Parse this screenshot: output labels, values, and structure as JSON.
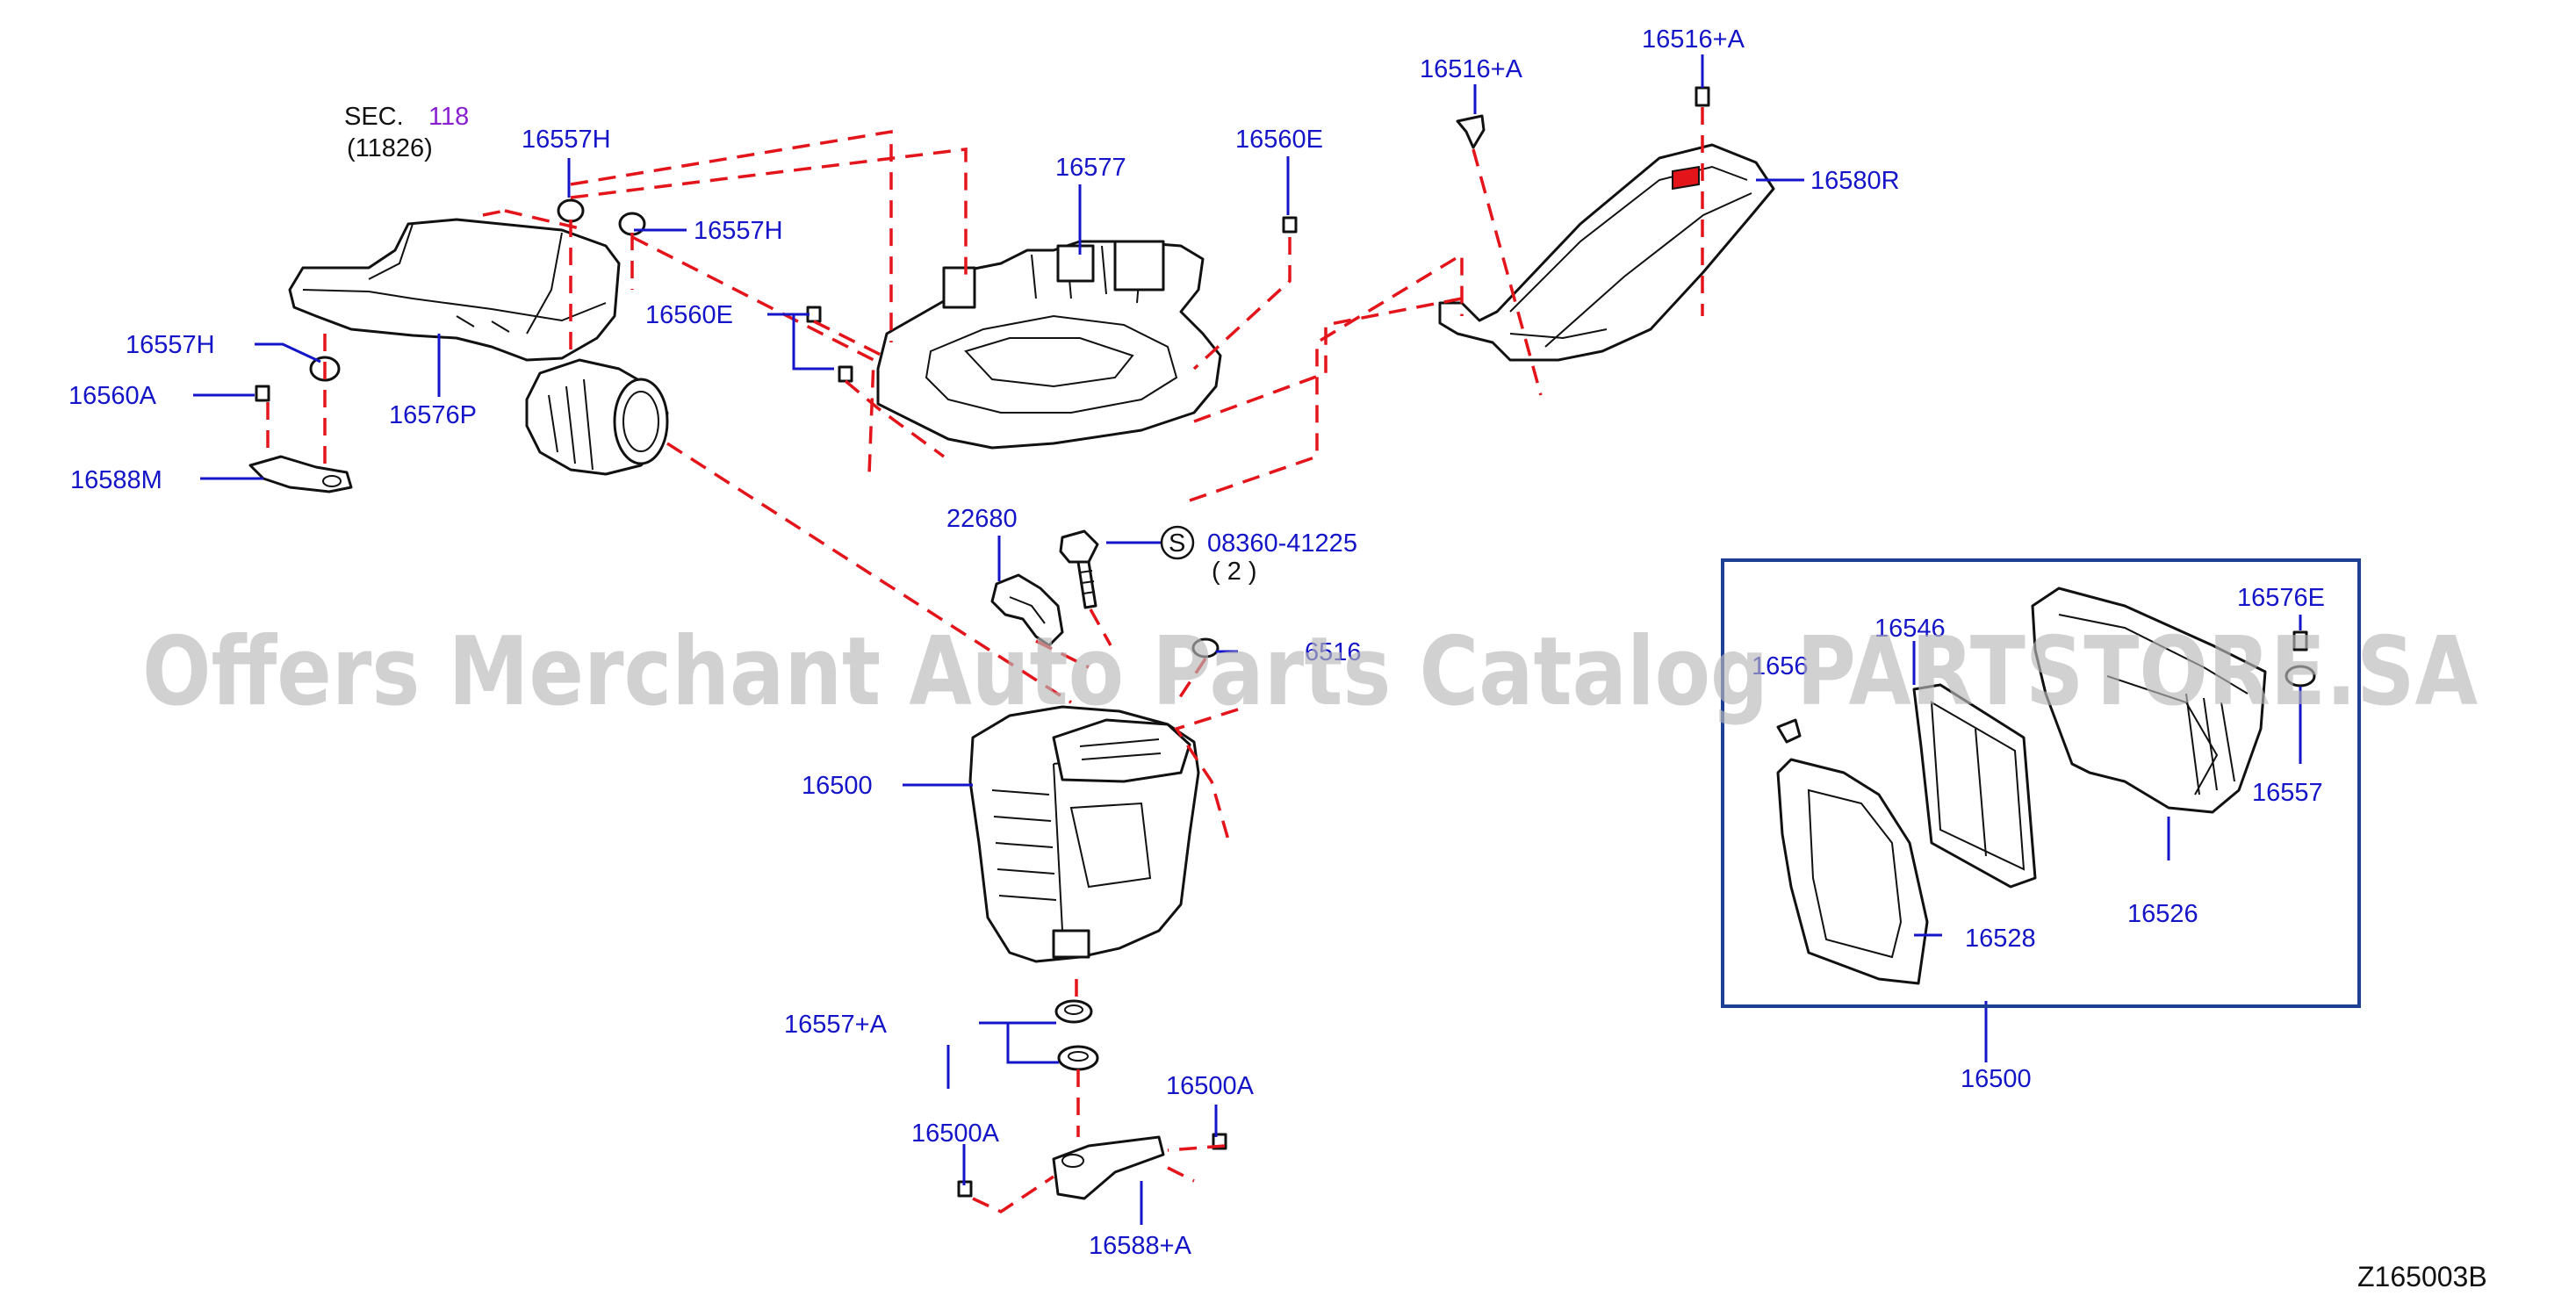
{
  "labels": {
    "sec": "SEC.",
    "sec_num": "118",
    "sec_ref": "(11826)",
    "p16557H_a": "16557H",
    "p16557H_b": "16557H",
    "p16557H_c": "16557H",
    "p16560A": "16560A",
    "p16588M": "16588M",
    "p16576P": "16576P",
    "p16560E_a": "16560E",
    "p16577": "16577",
    "p16560E_b": "16560E",
    "p16516A_a": "16516+A",
    "p16516A_b": "16516+A",
    "p16580R": "16580R",
    "p22680": "22680",
    "s_symbol": "S",
    "p08360": "08360-41225",
    "qty": "( 2 )",
    "p6516": "6516",
    "p16500_main": "16500",
    "p16557A": "16557+A",
    "p16500A_a": "16500A",
    "p16500A_b": "16500A",
    "p16588A": "16588+A",
    "p16546": "16546",
    "p16576E": "16576E",
    "p1656x": "1656",
    "p16557": "16557",
    "p16526": "16526",
    "p16528": "16528",
    "p16500_kit": "16500",
    "diagram_code": "Z165003B"
  },
  "watermark": "Offers Merchant Auto Parts Catalog PARTSTORE.SA",
  "colors": {
    "label": "#1414c8",
    "dash": "#e4141b",
    "kit_box": "#1d3f94",
    "sec_highlight": "#8a1fd1"
  }
}
